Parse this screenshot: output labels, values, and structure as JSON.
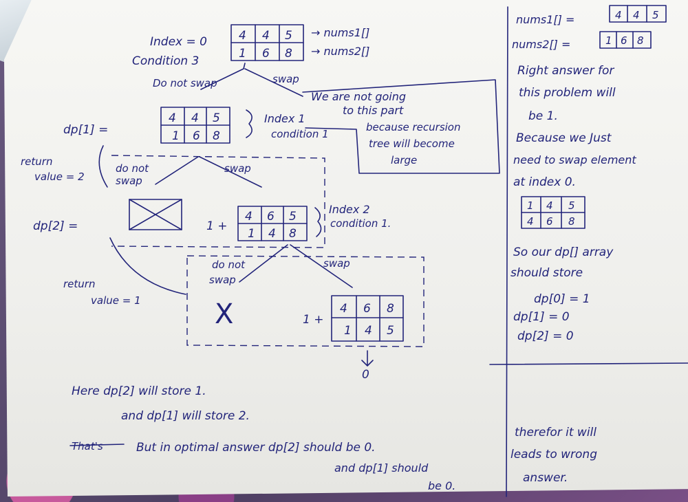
{
  "top_block": {
    "index_label": "Index = 0",
    "condition_label": "Condition 3",
    "nums1_arrow": "→ nums1[]",
    "nums2_arrow": "→ nums2[]",
    "row1": [
      "4",
      "4",
      "5"
    ],
    "row2": [
      "1",
      "6",
      "8"
    ]
  },
  "branch_level1": {
    "do_not_swap": "Do not swap",
    "swap": "swap"
  },
  "right_box": {
    "lines": [
      "We are not going",
      "to this part",
      "because recursion",
      "tree will become",
      "large"
    ]
  },
  "level1": {
    "dp_label": "dp[1] =",
    "return_label_1": "return",
    "return_label_2": "value = 2",
    "index_label": "Index 1",
    "condition_label": "condition 1",
    "row1": [
      "4",
      "4",
      "5"
    ],
    "row2": [
      "1",
      "6",
      "8"
    ],
    "do_not_1": "do not",
    "do_not_2": "swap",
    "swap": "swap"
  },
  "level2": {
    "dp_label": "dp[2] =",
    "plus": "1 +",
    "index_label": "Index 2",
    "condition_label": "condition 1.",
    "row1": [
      "4",
      "6",
      "5"
    ],
    "row2": [
      "1",
      "4",
      "8"
    ],
    "do_not_1": "do not",
    "do_not_2": "swap",
    "swap": "swap",
    "return_1": "return",
    "return_2": "value = 1"
  },
  "level3": {
    "cross": "X",
    "plus": "1 +",
    "row1": [
      "4",
      "6",
      "8"
    ],
    "row2": [
      "1",
      "4",
      "5"
    ],
    "result": "0"
  },
  "bottom_notes": {
    "line1": "Here dp[2] will store 1.",
    "line2": "and dp[1] will store 2.",
    "crossed": "That's",
    "line3": "But in optimal answer dp[2] should be 0.",
    "line4": "and dp[1] should",
    "line5": "be 0."
  },
  "side_notes": {
    "nums1": "nums1[] =",
    "nums2": "nums2[] =",
    "nums1_vals": [
      "4",
      "4",
      "5"
    ],
    "nums2_vals": [
      "1",
      "6",
      "8"
    ],
    "para1": [
      "Right answer for",
      "this problem will",
      "be 1.",
      "Because we Just",
      "need to swap element",
      "at index 0."
    ],
    "table_row1": [
      "1",
      "4",
      "5"
    ],
    "table_row2": [
      "4",
      "6",
      "8"
    ],
    "para2": [
      "So our dp[] array",
      "should store"
    ],
    "dp0": "dp[0] = 1",
    "dp1": "dp[1] = 0",
    "dp2": "dp[2] = 0",
    "para3": [
      "therefor it will",
      "leads to wrong",
      "answer."
    ]
  },
  "colors": {
    "ink": "#22247a",
    "paper": "#f4f4f1"
  }
}
